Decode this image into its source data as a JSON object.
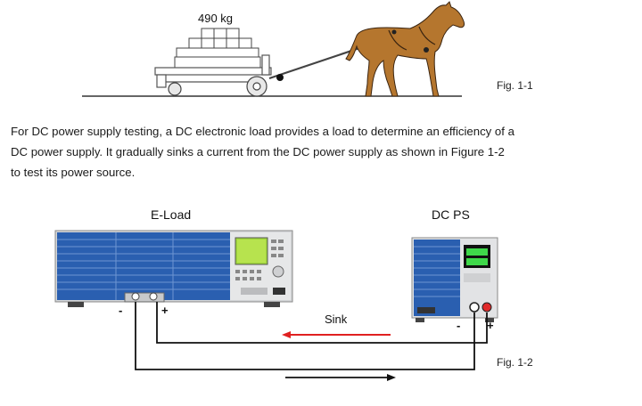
{
  "figure1": {
    "weight_label": "490 kg",
    "caption": "Fig. 1-1"
  },
  "paragraph": {
    "lines": [
      "For DC power supply testing, a DC electronic load provides a load to determine an efficiency of a",
      "DC power supply. It gradually sinks a current from the DC power supply as shown in Figure 1-2",
      "to test its power source."
    ]
  },
  "figure2": {
    "eload_label": "E-Load",
    "dcps_label": "DC PS",
    "eload_minus": "-",
    "eload_plus": "+",
    "ps_minus": "-",
    "ps_plus": "+",
    "sink_label": "Sink",
    "caption": "Fig. 1-2",
    "colors": {
      "eload_blue": "#2a5fb0",
      "ps_blue": "#2a5fb0",
      "sink_arrow": "#e02020",
      "wire": "#111111"
    }
  }
}
